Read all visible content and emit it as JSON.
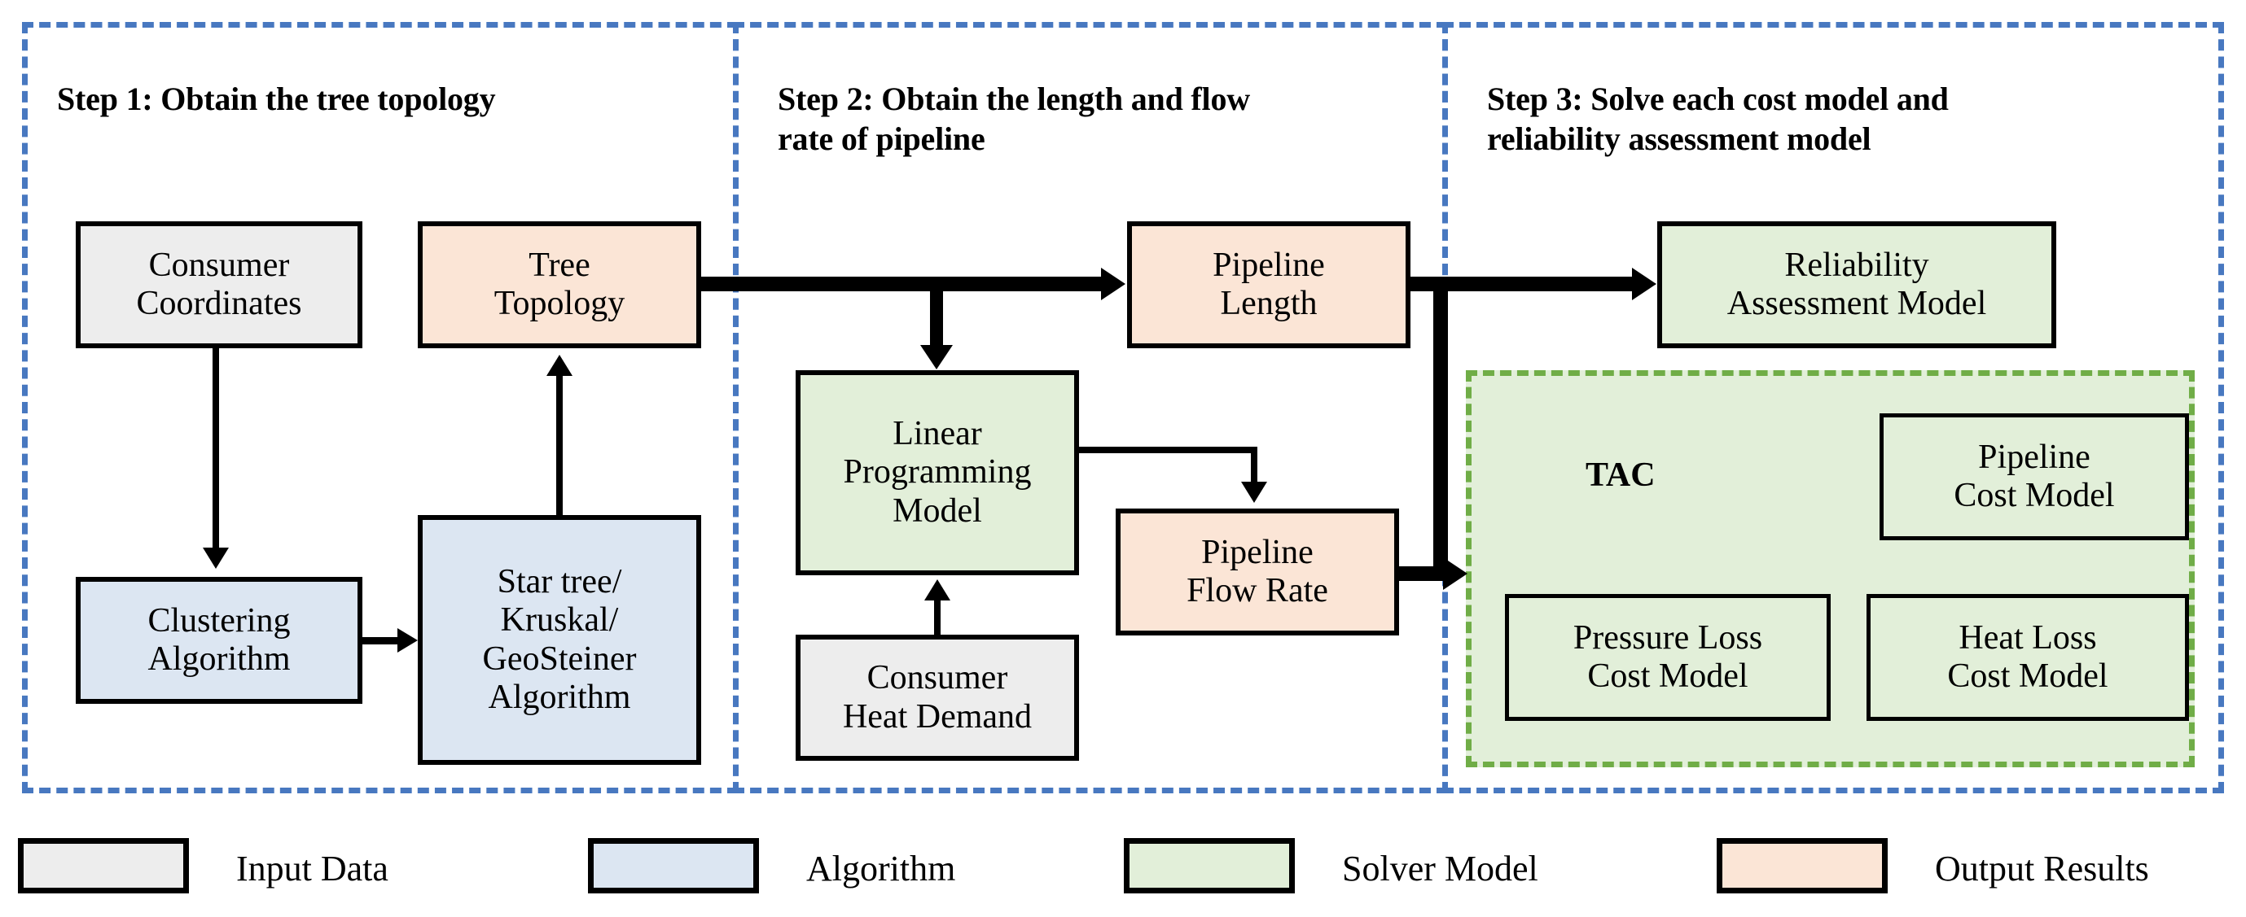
{
  "diagram": {
    "title": "Three-step district heating network design workflow",
    "colors": {
      "group_border": "#4878c0",
      "tac_border": "#70ad47",
      "input_data": "#ededed",
      "algorithm": "#dce6f2",
      "solver_model": "#e2efd9",
      "output_results": "#fbe5d6",
      "stroke": "#000000"
    },
    "steps": [
      {
        "id": "step-1",
        "title": "Step 1: Obtain the tree topology"
      },
      {
        "id": "step-2",
        "title": "Step 2: Obtain the length and flow\nrate of pipeline"
      },
      {
        "id": "step-3",
        "title": "Step 3: Solve each cost model and\nreliability assessment model"
      }
    ],
    "nodes": [
      {
        "id": "consumer-coordinates",
        "label": "Consumer\nCoordinates",
        "category": "Input Data"
      },
      {
        "id": "tree-topology",
        "label": "Tree\nTopology",
        "category": "Output Results"
      },
      {
        "id": "clustering-algorithm",
        "label": "Clustering\nAlgorithm",
        "category": "Algorithm"
      },
      {
        "id": "star-kruskal-geosteiner",
        "label": "Star tree/\nKruskal/\nGeoSteiner\nAlgorithm",
        "category": "Algorithm"
      },
      {
        "id": "linear-programming-model",
        "label": "Linear\nProgramming\nModel",
        "category": "Solver Model"
      },
      {
        "id": "consumer-heat-demand",
        "label": "Consumer\nHeat Demand",
        "category": "Input Data"
      },
      {
        "id": "pipeline-length",
        "label": "Pipeline\nLength",
        "category": "Output Results"
      },
      {
        "id": "pipeline-flow-rate",
        "label": "Pipeline\nFlow Rate",
        "category": "Output Results"
      },
      {
        "id": "reliability-assessment-model",
        "label": "Reliability\nAssessment Model",
        "category": "Solver Model"
      },
      {
        "id": "pipeline-cost-model",
        "label": "Pipeline\nCost Model",
        "category": "Solver Model"
      },
      {
        "id": "pressure-loss-cost-model",
        "label": "Pressure Loss\nCost Model",
        "category": "Solver Model"
      },
      {
        "id": "heat-loss-cost-model",
        "label": "Heat Loss\nCost Model",
        "category": "Solver Model"
      }
    ],
    "tac": {
      "label": "TAC"
    },
    "edges": [
      {
        "from": "consumer-coordinates",
        "to": "clustering-algorithm"
      },
      {
        "from": "clustering-algorithm",
        "to": "star-kruskal-geosteiner"
      },
      {
        "from": "star-kruskal-geosteiner",
        "to": "tree-topology"
      },
      {
        "from": "tree-topology",
        "to": "pipeline-length"
      },
      {
        "from": "tree-topology",
        "to": "linear-programming-model"
      },
      {
        "from": "consumer-heat-demand",
        "to": "linear-programming-model"
      },
      {
        "from": "linear-programming-model",
        "to": "pipeline-flow-rate"
      },
      {
        "from": "pipeline-length",
        "to": "reliability-assessment-model"
      },
      {
        "from": "pipeline-length",
        "to": "tac"
      },
      {
        "from": "pipeline-flow-rate",
        "to": "tac"
      }
    ]
  },
  "legend": {
    "items": [
      {
        "id": "input-data",
        "label": "Input Data",
        "color": "#ededed"
      },
      {
        "id": "algorithm",
        "label": "Algorithm",
        "color": "#dce6f2"
      },
      {
        "id": "solver-model",
        "label": "Solver Model",
        "color": "#e2efd9"
      },
      {
        "id": "output-results",
        "label": "Output Results",
        "color": "#fbe5d6"
      }
    ]
  }
}
